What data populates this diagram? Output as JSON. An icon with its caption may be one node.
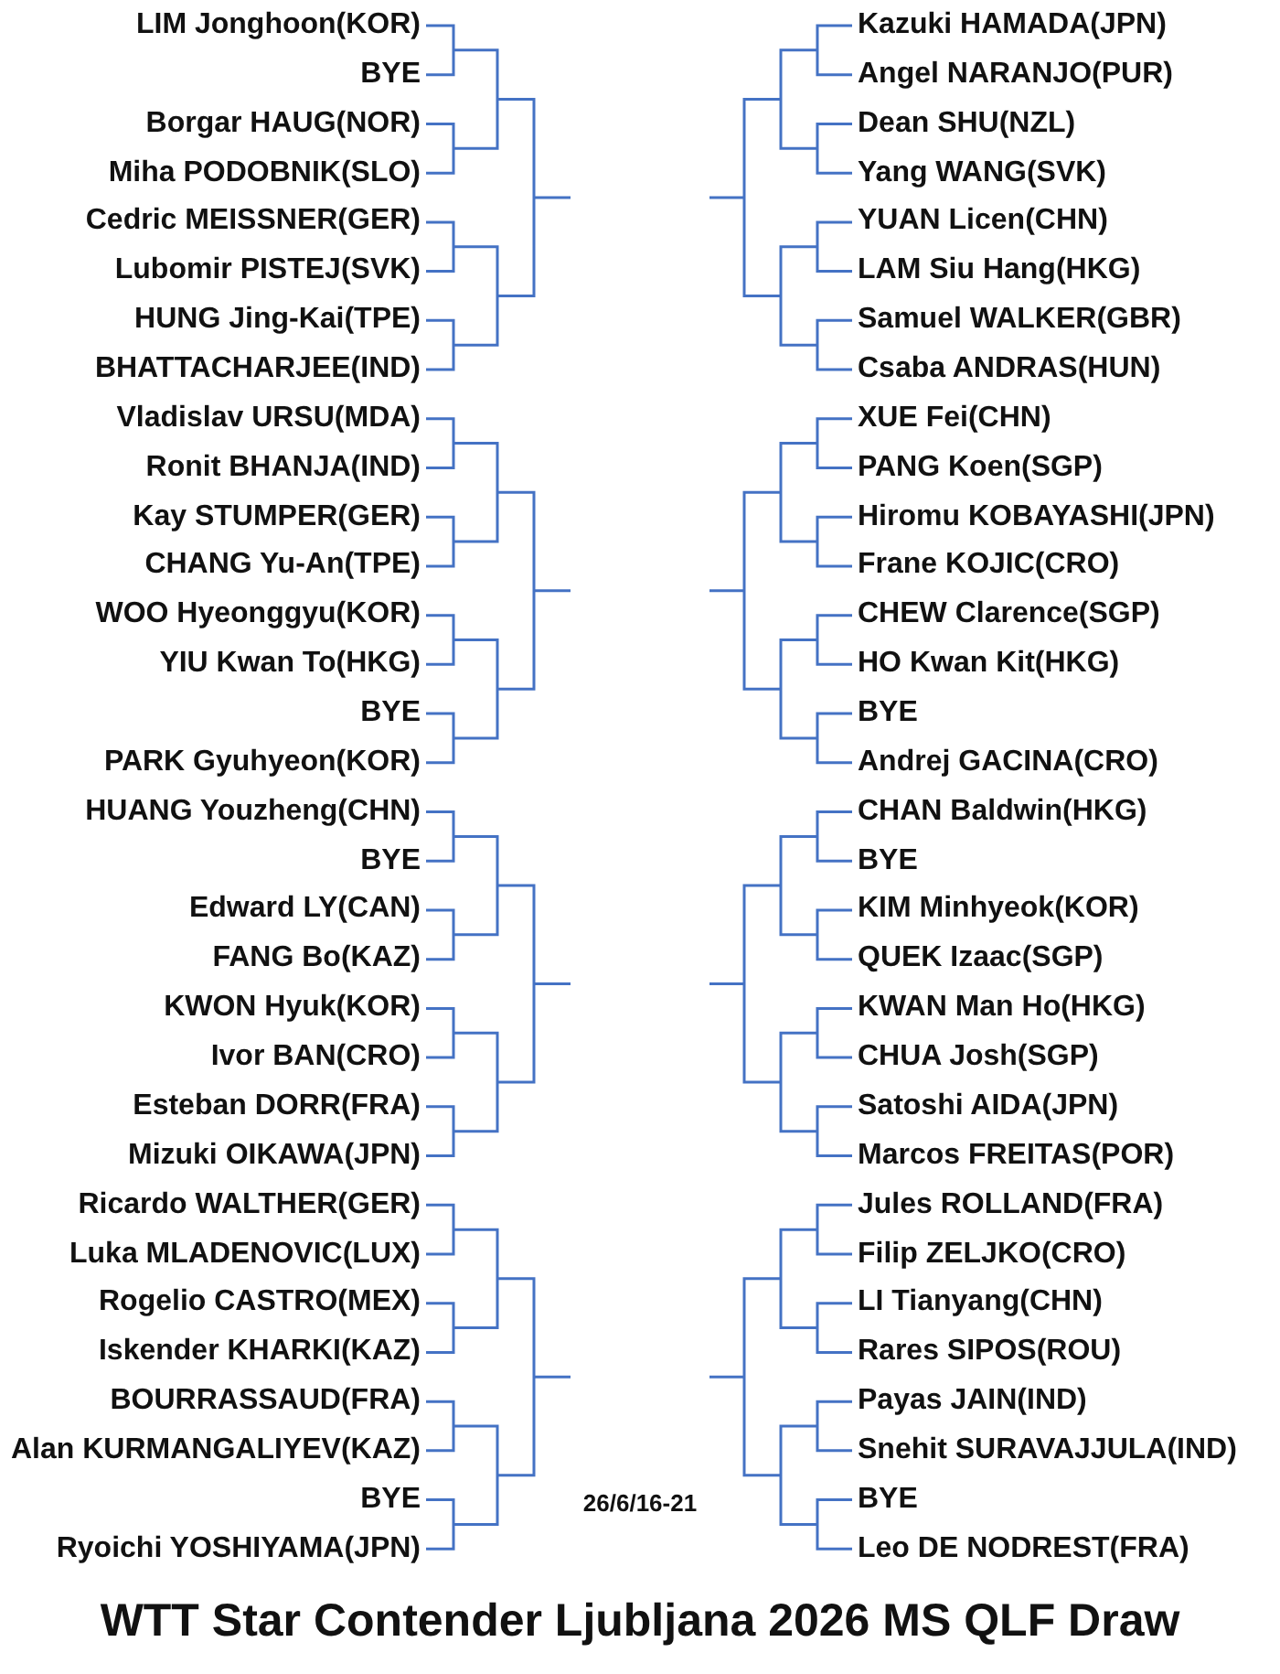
{
  "diagram": {
    "title": "WTT Star Contender Ljubljana 2026 MS QLF Draw",
    "labels": [
      "LIM Jonghoon(KOR)",
      "BYE",
      "Borgar HAUG(NOR)",
      "Miha PODOBNIK(SLO)",
      "Cedric MEISSNER(GER)",
      "Lubomir PISTEJ(SVK)",
      "HUNG Jing-Kai(TPE)",
      "BHATTACHARJEE(IND)",
      "Vladislav URSU(MDA)",
      "Ronit BHANJA(IND)",
      "Kay STUMPER(GER)",
      "CHANG Yu-An(TPE)",
      "WOO Hyeonggyu(KOR)",
      "YIU Kwan To(HKG)",
      "BYE",
      "PARK Gyuhyeon(KOR)",
      "HUANG Youzheng(CHN)",
      "BYE",
      "Edward LY(CAN)",
      "FANG Bo(KAZ)",
      "KWON Hyuk(KOR)",
      "Ivor BAN(CRO)",
      "Esteban DORR(FRA)",
      "Mizuki OIKAWA(JPN)",
      "Ricardo WALTHER(GER)",
      "Luka MLADENOVIC(LUX)",
      "Rogelio CASTRO(MEX)",
      "Iskender KHARKI(KAZ)",
      "BOURRASSAUD(FRA)",
      "Alan KURMANGALIYEV(KAZ)",
      "BYE",
      "Ryoichi YOSHIYAMA(JPN)",
      "Kazuki HAMADA(JPN)",
      "Angel NARANJO(PUR)",
      "Dean SHU(NZL)",
      "Yang WANG(SVK)",
      "YUAN Licen(CHN)",
      "LAM Siu Hang(HKG)",
      "Samuel WALKER(GBR)",
      "Csaba ANDRAS(HUN)",
      "XUE Fei(CHN)",
      "PANG Koen(SGP)",
      "Hiromu KOBAYASHI(JPN)",
      "Frane KOJIC(CRO)",
      "CHEW Clarence(SGP)",
      "HO Kwan Kit(HKG)",
      "BYE",
      "Andrej GACINA(CRO)",
      "CHAN Baldwin(HKG)",
      "BYE",
      "KIM Minhyeok(KOR)",
      "QUEK Izaac(SGP)",
      "KWAN Man Ho(HKG)",
      "CHUA Josh(SGP)",
      "Satoshi AIDA(JPN)",
      "Marcos FREITAS(POR)",
      "Jules ROLLAND(FRA)",
      "Filip ZELJKO(CRO)",
      "LI Tianyang(CHN)",
      "Rares SIPOS(ROU)",
      "Payas JAIN(IND)",
      "Snehit SURAVAJJULA(IND)",
      "BYE",
      "Leo DE NODREST(FRA)",
      "26/6/16-21"
    ]
  }
}
